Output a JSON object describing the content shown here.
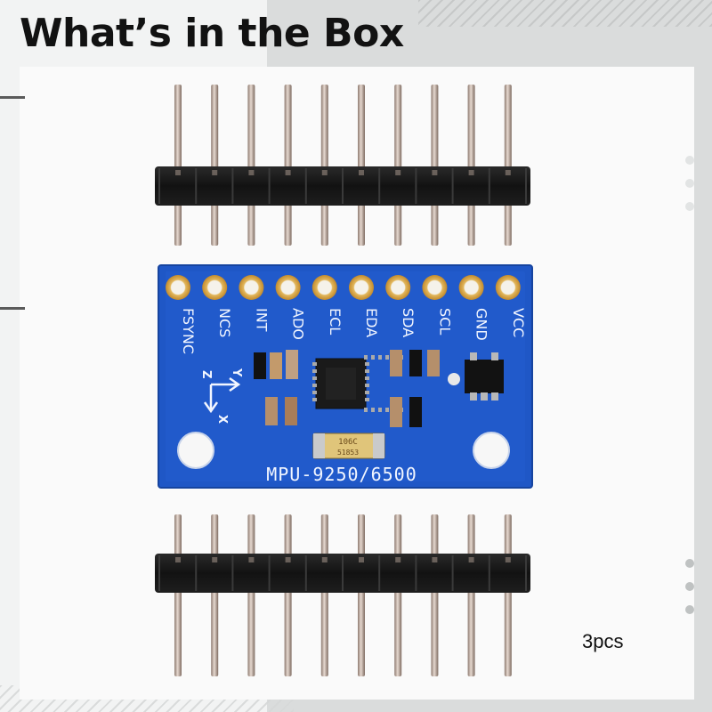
{
  "header": {
    "title": "What’s in the Box"
  },
  "footer": {
    "quantity": "3pcs"
  },
  "board": {
    "model_label": "MPU-9250/6500",
    "pin_labels": [
      "FSYNC",
      "NCS",
      "INT",
      "ADO",
      "ECL",
      "EDA",
      "SDA",
      "SCL",
      "GND",
      "VCC"
    ],
    "axis_labels": {
      "z": "Z",
      "y": "Y",
      "x": "X"
    },
    "capacitor_marking": [
      "106C",
      "51853"
    ],
    "pin_count": 10
  },
  "colors": {
    "pcb": "#1f57c6",
    "pad": "#d9a84a",
    "header_plastic": "#151515",
    "pin_metal": "#b9a094"
  },
  "icons": [
    "pin-header",
    "sensor-breakout-board",
    "axis-indicator-icon"
  ]
}
